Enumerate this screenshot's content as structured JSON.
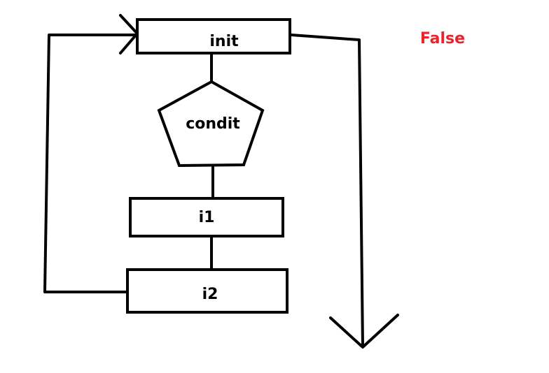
{
  "nodes": {
    "init": "init",
    "condit": "condit",
    "i1": "i1",
    "i2": "i2"
  },
  "branch": {
    "false_label": "False",
    "false_color": "#e8242c"
  },
  "colors": {
    "stroke": "#000000",
    "background": "#ffffff"
  }
}
